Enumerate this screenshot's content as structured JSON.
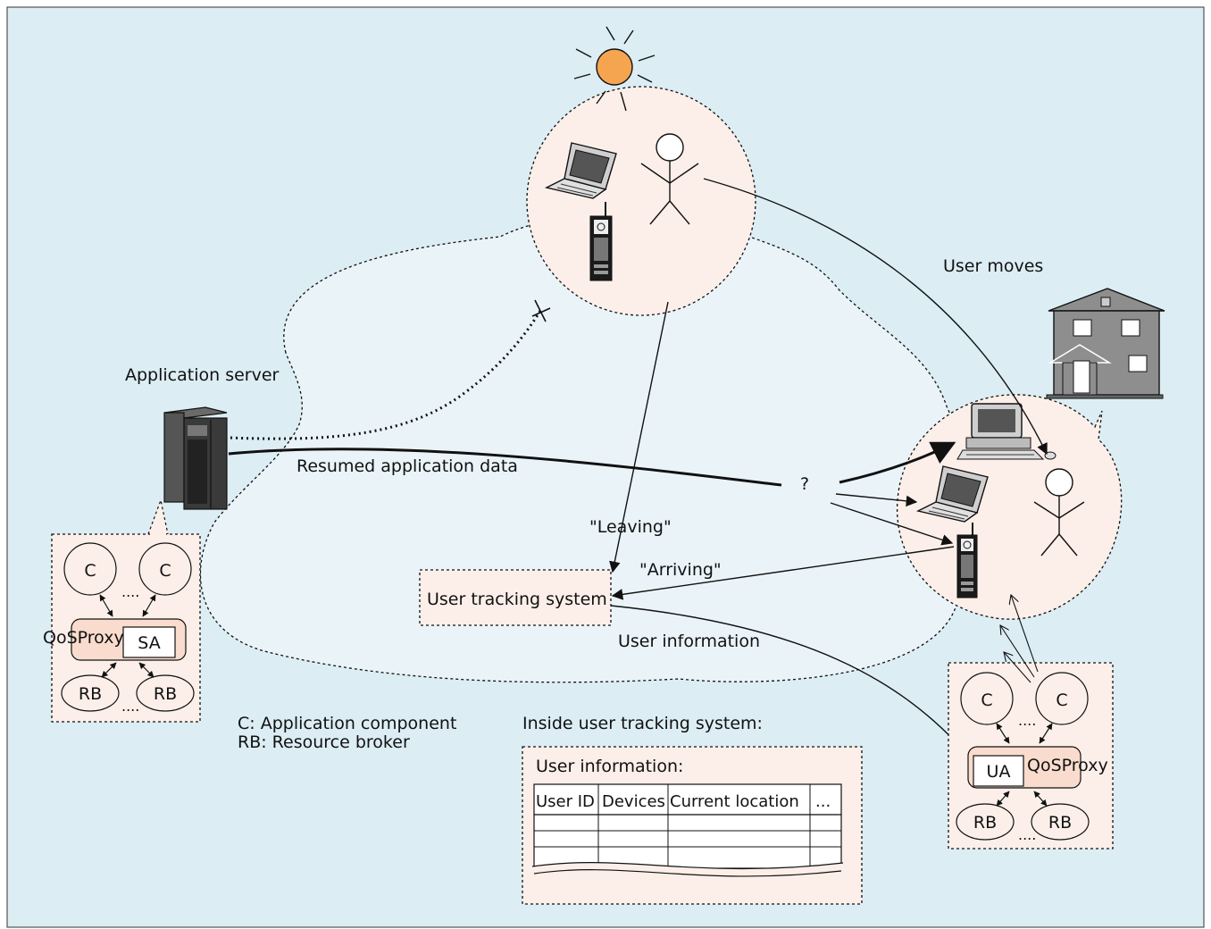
{
  "colors": {
    "background": "#dcedf4",
    "cloud_fill": "#eaf4f8",
    "bubble_fill": "#fcefe9",
    "proxy_fill": "#f9dccd",
    "sun": "#f5a550",
    "house": "#8e8e8e",
    "server": "#3a3a3a"
  },
  "labels": {
    "application_server": "Application server",
    "resumed_data": "Resumed application data",
    "question_mark": "?",
    "user_moves": "User moves",
    "leaving": "\"Leaving\"",
    "arriving": "\"Arriving\"",
    "user_tracking_system": "User tracking system",
    "user_information": "User information",
    "inside_tracking": "Inside user tracking system:"
  },
  "legend": {
    "component": "C: Application component",
    "broker": "RB: Resource broker"
  },
  "left_cluster": {
    "component_label": "C",
    "ellipsis": "....",
    "proxy_label": "QoSProxy",
    "agent_label": "SA",
    "broker_label": "RB"
  },
  "right_cluster": {
    "component_label": "C",
    "ellipsis": "....",
    "proxy_label": "QoSProxy",
    "agent_label": "UA",
    "broker_label": "RB"
  },
  "user_table": {
    "title": "User information:",
    "columns": [
      "User ID",
      "Devices",
      "Current location",
      "..."
    ]
  },
  "icons": [
    "sun-icon",
    "laptop-icon",
    "mobile-phone-icon",
    "stick-figure-icon",
    "server-icon",
    "house-icon",
    "desktop-computer-icon"
  ]
}
